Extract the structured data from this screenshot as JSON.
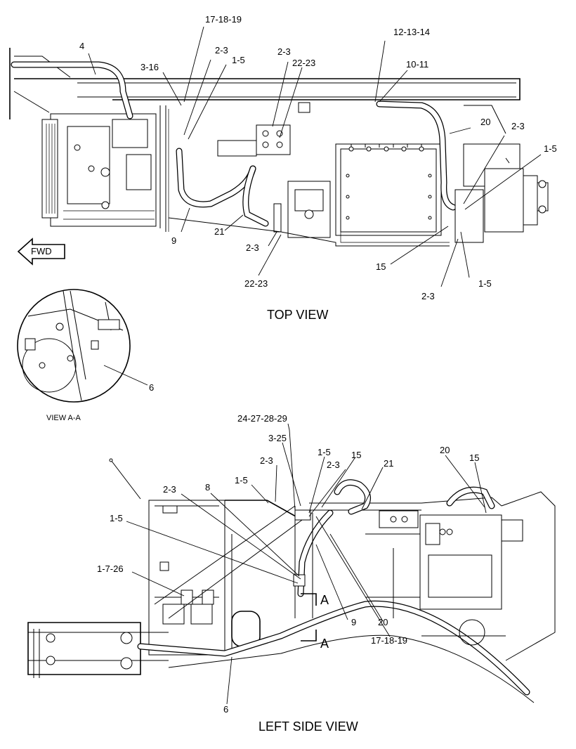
{
  "titles": {
    "top_view": "TOP VIEW",
    "view_aa": "VIEW A-A",
    "left_side_view": "LEFT SIDE VIEW",
    "fwd": "FWD",
    "section_a_1": "A",
    "section_a_2": "A"
  },
  "callouts": {
    "top": {
      "c4": "4",
      "c17_18_19": "17-18-19",
      "c3_16": "3-16",
      "c2_3_a": "2-3",
      "c1_5_a": "1-5",
      "c2_3_b": "2-3",
      "c22_23_a": "22-23",
      "c12_13_14": "12-13-14",
      "c10_11": "10-11",
      "c20": "20",
      "c2_3_c": "2-3",
      "c1_5_b": "1-5",
      "c9": "9",
      "c21": "21",
      "c2_3_d": "2-3",
      "c22_23_b": "22-23",
      "c15": "15",
      "c2_3_e": "2-3",
      "c1_5_c": "1-5"
    },
    "view_aa": {
      "c6": "6"
    },
    "side": {
      "c24_27_28_29": "24-27-28-29",
      "c3_25": "3-25",
      "c1_5_a": "1-5",
      "c15_a": "15",
      "c2_3_a": "2-3",
      "c2_3_b": "2-3",
      "c1_5_b": "1-5",
      "c21": "21",
      "c20": "20",
      "c15_b": "15",
      "c2_3_c": "2-3",
      "c8": "8",
      "c1_5_c": "1-5",
      "c1_7_26": "1-7-26",
      "c9": "9",
      "c20_b": "20",
      "c17_18_19": "17-18-19",
      "c6": "6"
    }
  }
}
